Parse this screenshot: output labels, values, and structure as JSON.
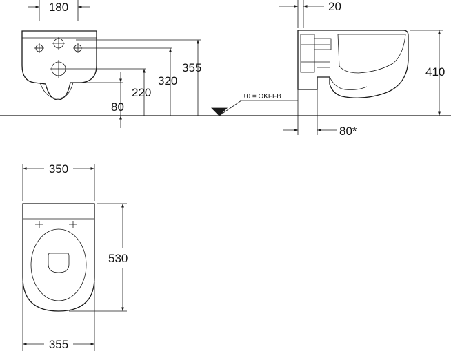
{
  "front_view": {
    "dims": {
      "hole_spacing": "180",
      "bracket_height": "355",
      "upper_hole_height": "320",
      "drain_height": "220",
      "bottom_offset": "80"
    }
  },
  "side_view": {
    "dims": {
      "wall_offset": "20",
      "total_height": "410",
      "projection_offset": "80*"
    },
    "floor_reference": "±0 = OKFFB"
  },
  "top_view": {
    "dims": {
      "top_width": "350",
      "depth": "530",
      "bottom_width": "355"
    }
  }
}
